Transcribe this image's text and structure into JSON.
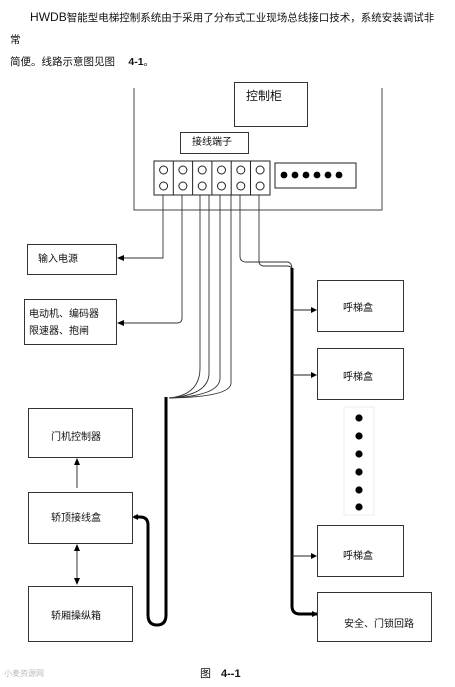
{
  "intro": {
    "brand": "HWDB",
    "line1": "智能型电梯控制系统由于采用了分布式工业现场总线接口技术，系统安装调试非常",
    "line2": "简便。线路示意图见图",
    "fig_ref": "4-1",
    "end": "。"
  },
  "diagram": {
    "cabinet_label": "控制柜",
    "terminal_label": "接线端子",
    "left_boxes": {
      "power": "输入电源",
      "motor_line1": "电动机、编码器",
      "motor_line2": "限速器、抱闸",
      "door_controller": "门机控制器",
      "car_top_box": "轿顶接线盒",
      "car_operating_panel": "轿厢操纵箱"
    },
    "right_boxes": {
      "call_box_1": "呼梯盒",
      "call_box_2": "呼梯盒",
      "call_box_3": "呼梯盒",
      "safety": "安全、门锁回路"
    }
  },
  "caption": {
    "prefix": "图",
    "number": "4--1"
  },
  "watermark": "小麦资源网"
}
